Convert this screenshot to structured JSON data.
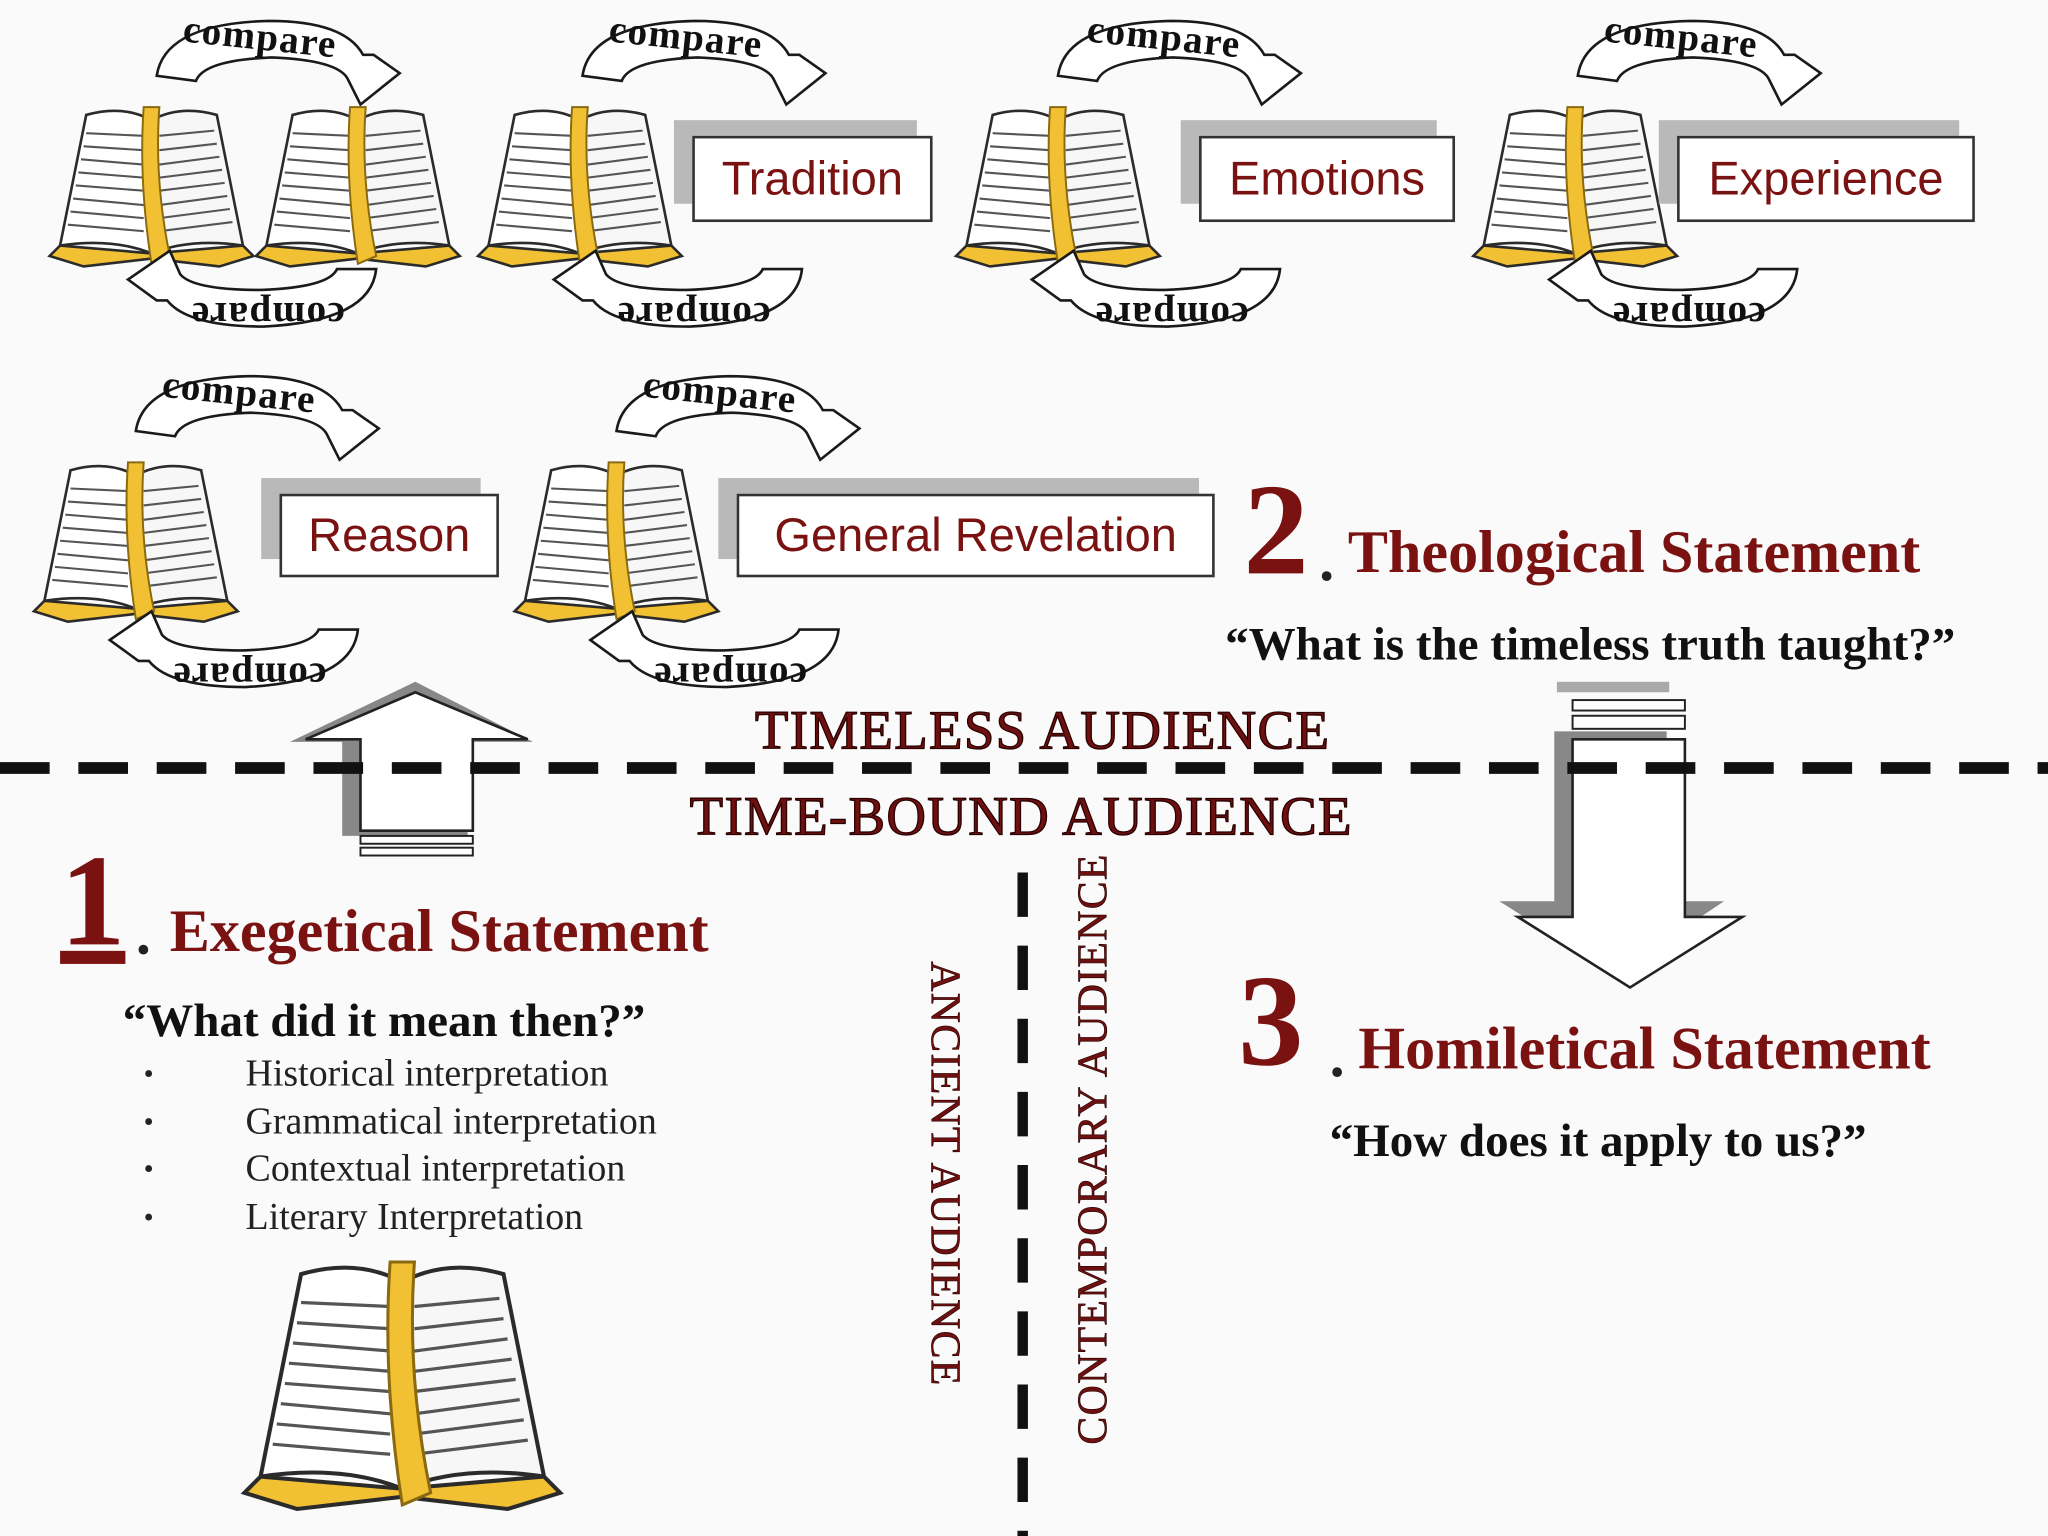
{
  "compare_label": "compare",
  "boxes": {
    "tradition": "Tradition",
    "emotions": "Emotions",
    "experience": "Experience",
    "reason": "Reason",
    "general_revelation": "General Revelation"
  },
  "audiences": {
    "timeless": "TIMELESS AUDIENCE",
    "time_bound": "TIME-BOUND AUDIENCE",
    "ancient": "ANCIENT AUDIENCE",
    "contemporary": "CONTEMPORARY AUDIENCE"
  },
  "step1": {
    "number": "1",
    "dot": ".",
    "title": "Exegetical Statement",
    "question": "“What did it mean then?”",
    "bullets": [
      "Historical interpretation",
      "Grammatical interpretation",
      "Contextual interpretation",
      "Literary Interpretation"
    ]
  },
  "step2": {
    "number": "2",
    "dot": ".",
    "title": "Theological Statement",
    "question": "“What is the timeless truth taught?”"
  },
  "step3": {
    "number": "3",
    "dot": ".",
    "title": "Homiletical Statement",
    "question": "“How does it apply to us?”"
  },
  "colors": {
    "accent": "#7a1212",
    "book_gold": "#f2c033",
    "divider": "#111111"
  },
  "icons": {
    "bible": "open-bible-icon",
    "compare_arrow": "curved-arrow-icon",
    "up_arrow": "block-arrow-up-icon",
    "down_arrow": "block-arrow-down-icon"
  }
}
